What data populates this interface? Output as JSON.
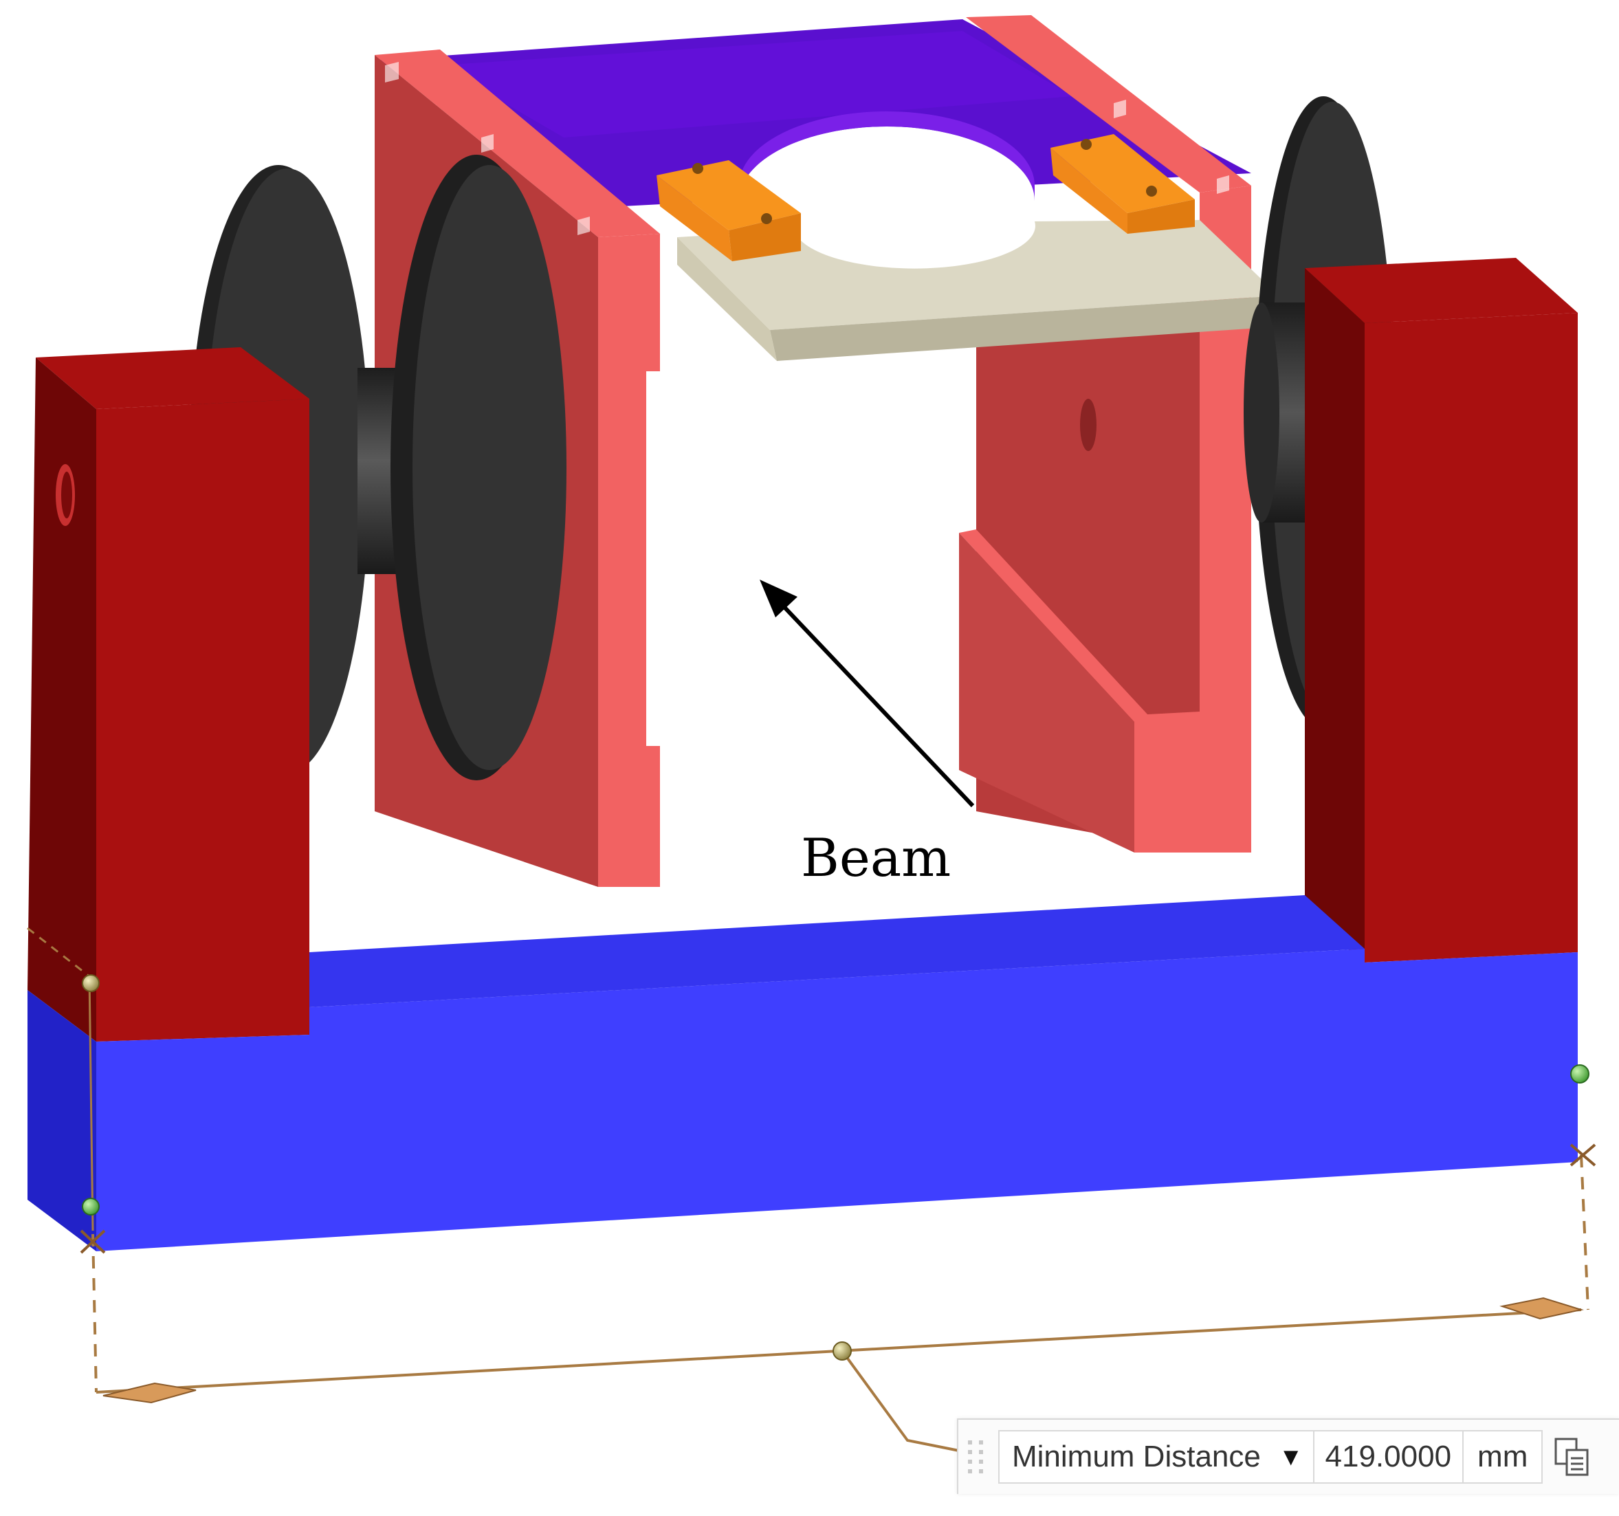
{
  "callout": {
    "label": "Beam"
  },
  "measure": {
    "type_label": "Minimum Distance",
    "dropdown_icon": "triangle-down-icon",
    "value": "419.0000",
    "unit": "mm",
    "copy_icon": "copy-to-clipboard-icon"
  },
  "colors": {
    "base": "#3a3aff",
    "pillar": "#a91010",
    "frame": "#f26262",
    "top_plate": "#5a10cf",
    "wheel": "#2a2a2a",
    "carriage_plate": "#dcd8c4",
    "clamp": "#f7941d",
    "dimension_line": "#a87a42"
  }
}
